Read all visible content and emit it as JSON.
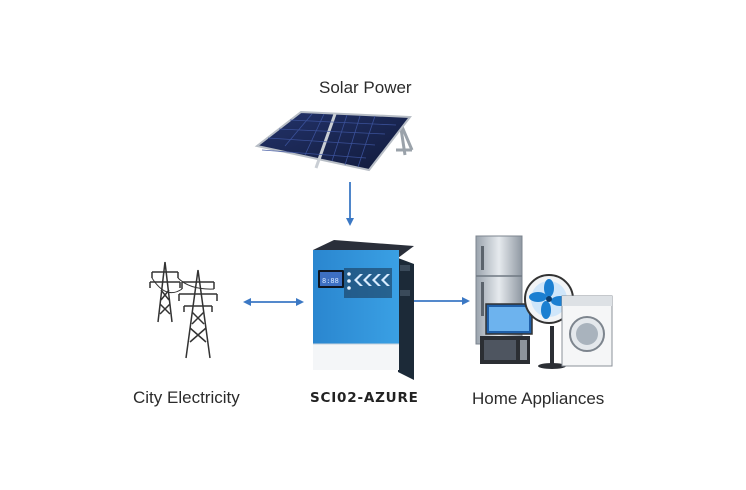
{
  "diagram": {
    "solar": {
      "label": "Solar Power",
      "icon": "solar-panel-icon"
    },
    "grid": {
      "label": "City Electricity",
      "icon": "power-tower-icon"
    },
    "inverter": {
      "label": "SCI02-AZURE",
      "icon": "inverter-icon"
    },
    "appliances": {
      "label": "Home Appliances",
      "icon": "home-appliances-icon"
    },
    "colors": {
      "arrow": "#3b78c4",
      "inverter_body": "#2d8fd6",
      "inverter_top": "#2a2f3a"
    }
  }
}
